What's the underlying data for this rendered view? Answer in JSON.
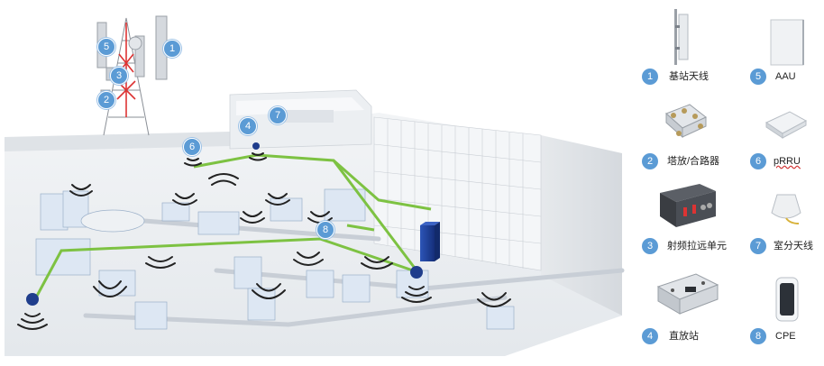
{
  "colors": {
    "badge": "#5b9bd5",
    "link": "#7dc242",
    "cpe": "#1f3d8c",
    "signal": "#222222",
    "floor": "#e9ecef"
  },
  "scene_badges": [
    {
      "id": "1",
      "icon": "base-station-antenna"
    },
    {
      "id": "5",
      "icon": "aau"
    },
    {
      "id": "3",
      "icon": "rru"
    },
    {
      "id": "2",
      "icon": "combiner"
    },
    {
      "id": "4",
      "icon": "repeater"
    },
    {
      "id": "7",
      "icon": "indoor-antenna"
    },
    {
      "id": "6",
      "icon": "prru"
    },
    {
      "id": "8",
      "icon": "cpe"
    }
  ],
  "legend": [
    {
      "num": "1",
      "label": "基站天线",
      "icon": "panel-antenna-icon"
    },
    {
      "num": "5",
      "label": "AAU",
      "icon": "aau-icon"
    },
    {
      "num": "2",
      "label": "塔放/合路器",
      "icon": "combiner-icon"
    },
    {
      "num": "6",
      "label": "pRRU",
      "icon": "prru-icon"
    },
    {
      "num": "3",
      "label": "射频拉远单元",
      "icon": "rru-icon"
    },
    {
      "num": "7",
      "label": "室分天线",
      "icon": "ceiling-antenna-icon"
    },
    {
      "num": "4",
      "label": "直放站",
      "icon": "repeater-icon"
    },
    {
      "num": "8",
      "label": "CPE",
      "icon": "cpe-icon"
    }
  ]
}
